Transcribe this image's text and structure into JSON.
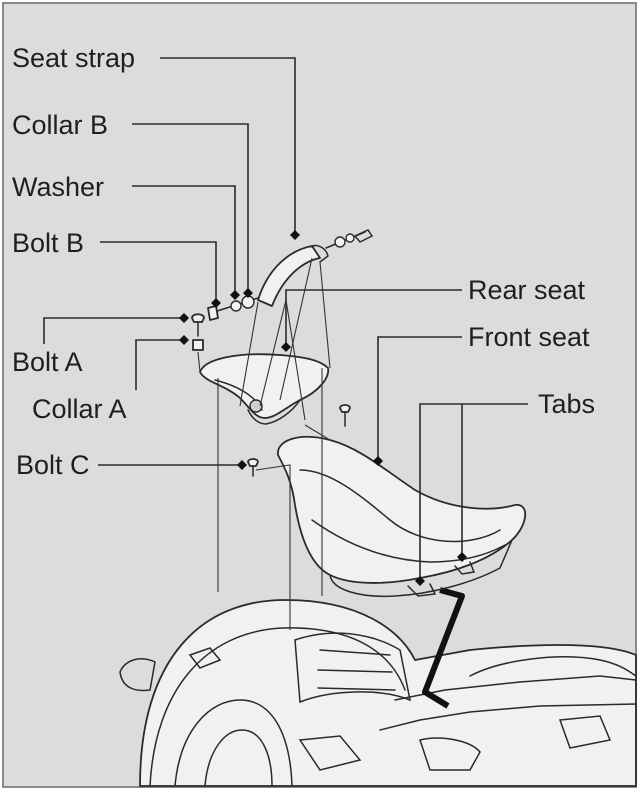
{
  "labels": {
    "seat_strap": "Seat strap",
    "collar_b": "Collar B",
    "washer": "Washer",
    "bolt_b": "Bolt B",
    "rear_seat": "Rear seat",
    "front_seat": "Front seat",
    "bolt_a": "Bolt A",
    "collar_a": "Collar A",
    "tabs": "Tabs",
    "bolt_c": "Bolt C"
  },
  "colors": {
    "background": "#dcdcdc",
    "frame": "#8a8a8a",
    "ink": "#1f1f1f"
  }
}
